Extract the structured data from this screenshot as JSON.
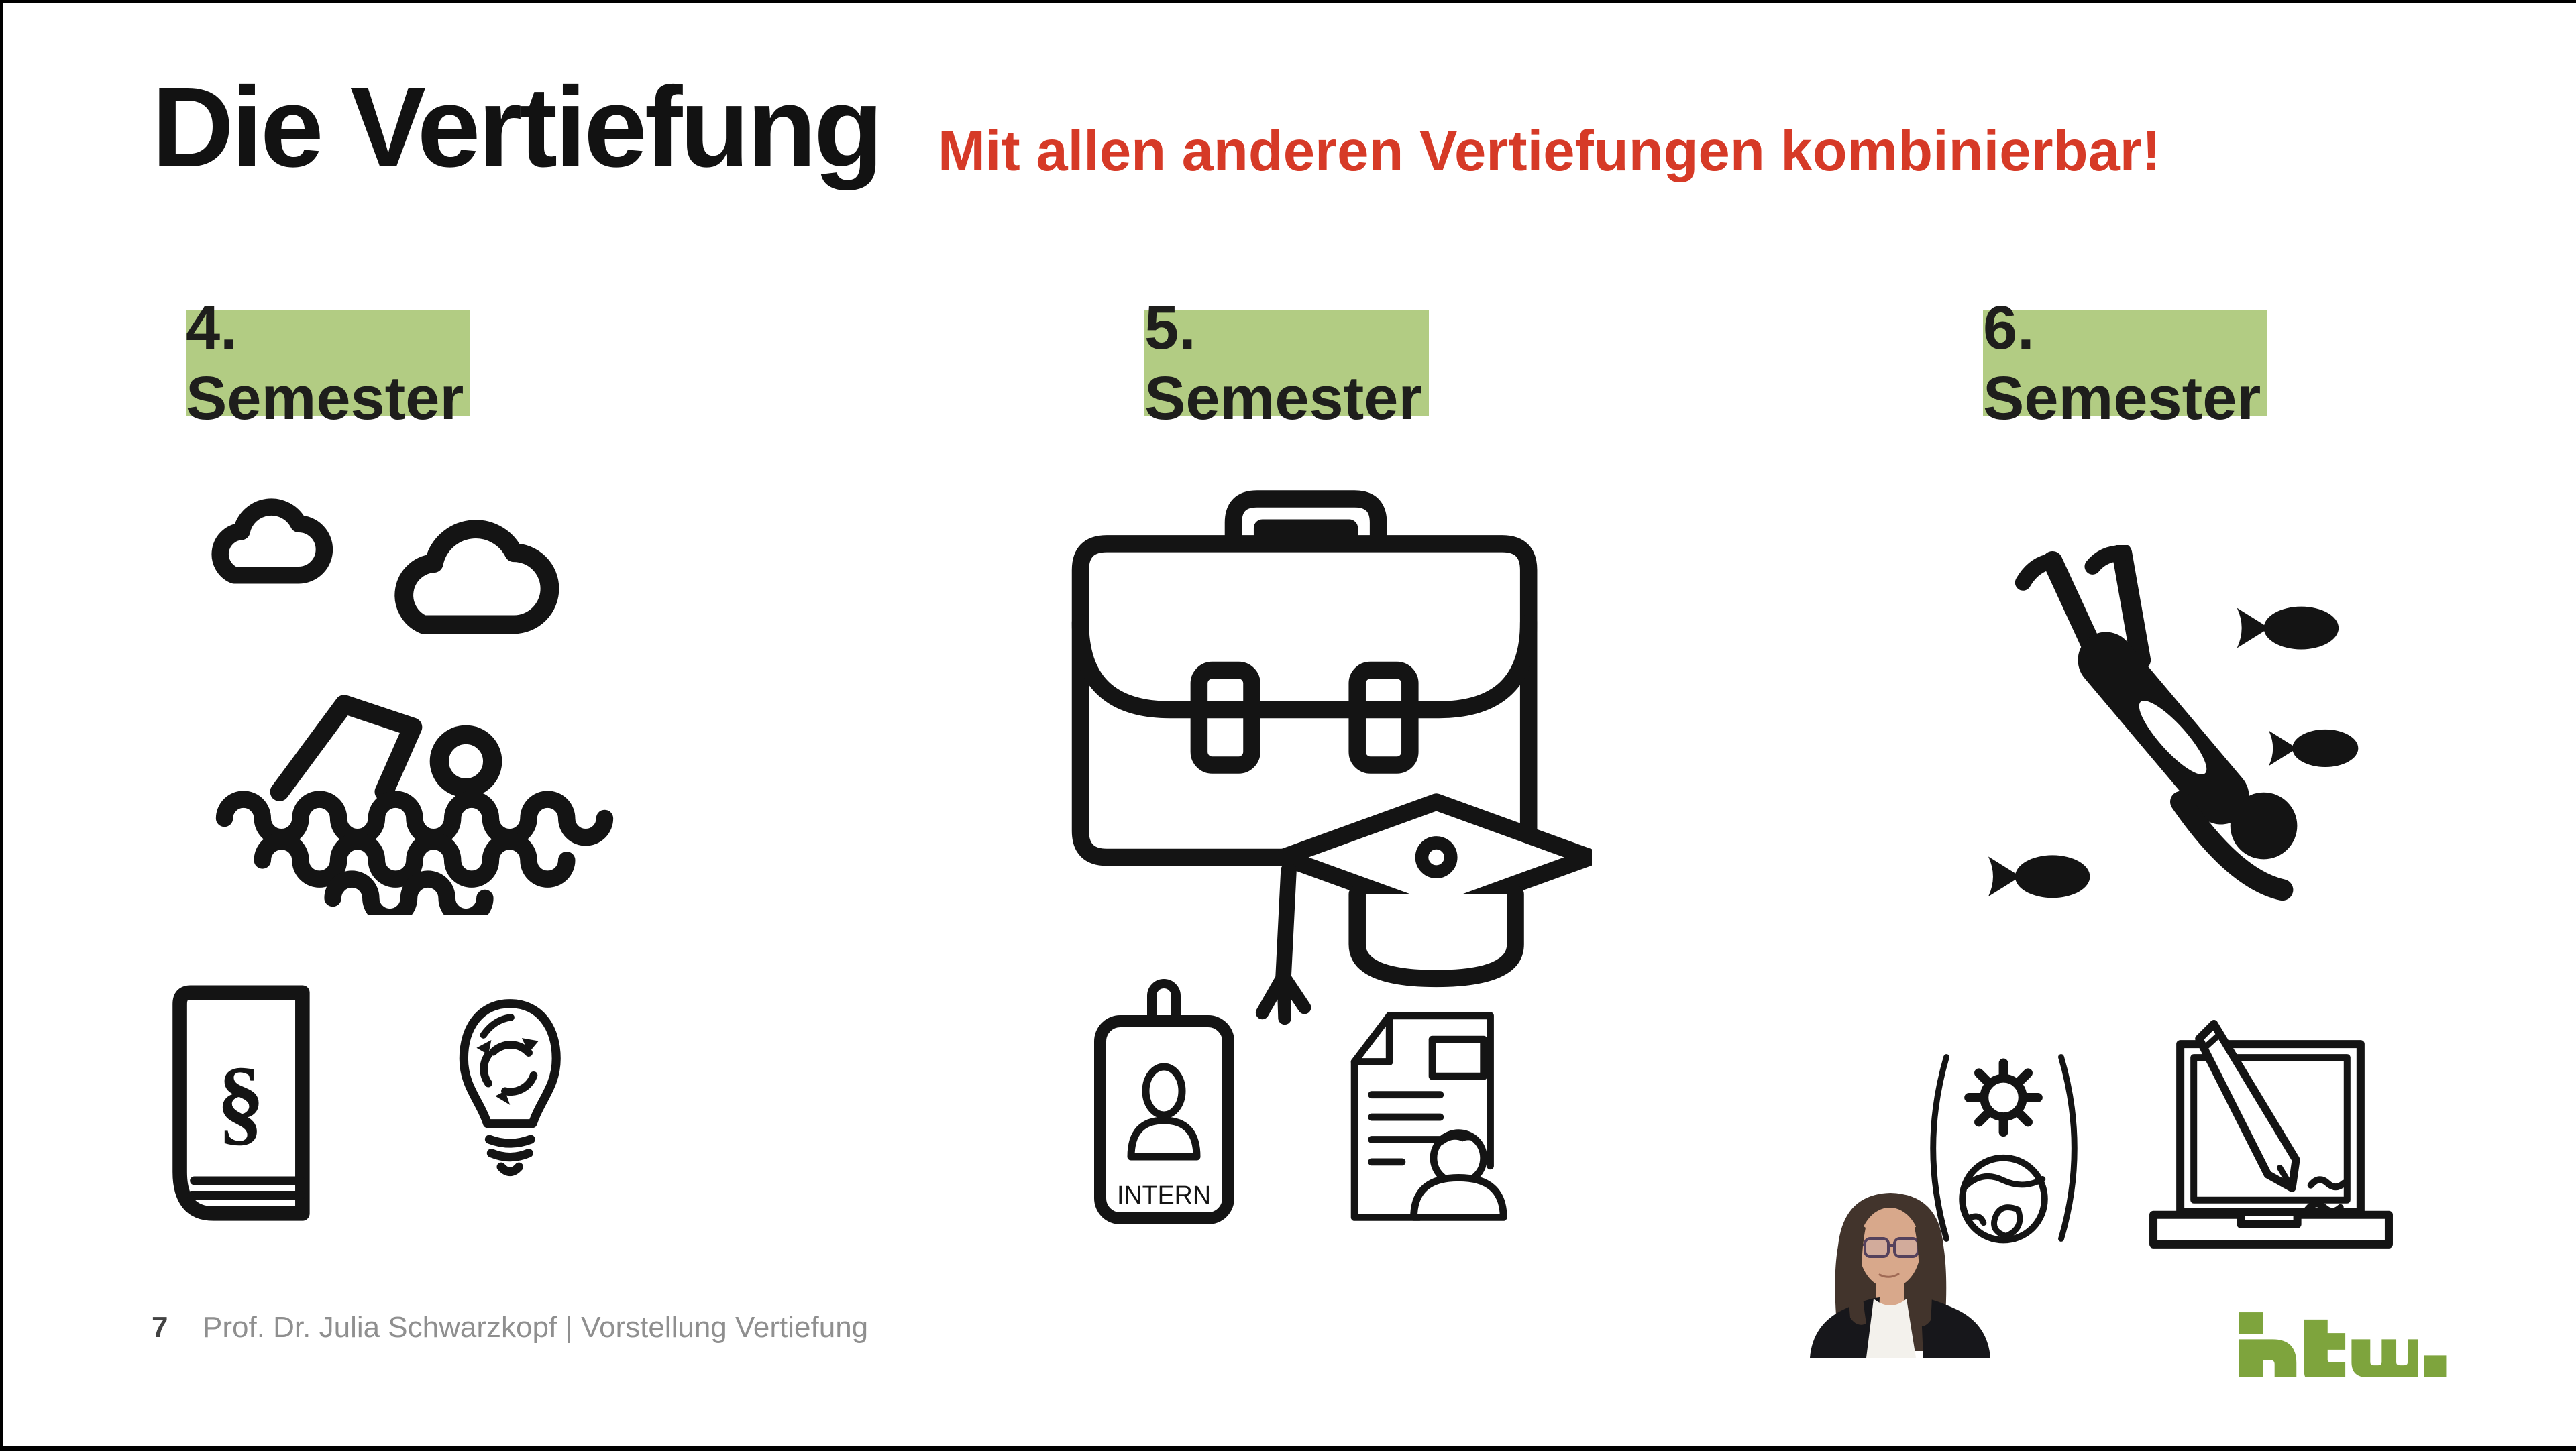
{
  "slide": {
    "title": "Die Vertiefung",
    "subtitle": "Mit allen anderen Vertiefungen kombinierbar!",
    "columns": [
      {
        "semester": "4. Semester",
        "icons": [
          "swimmer-open-water-icon",
          "law-book-icon",
          "recycle-lightbulb-icon"
        ]
      },
      {
        "semester": "5. Semester",
        "icons": [
          "briefcase-graduation-cap-icon",
          "intern-badge-icon",
          "cv-document-icon"
        ]
      },
      {
        "semester": "6. Semester",
        "icons": [
          "scuba-diver-fish-icon",
          "gear-globe-icon",
          "laptop-writing-icon"
        ]
      }
    ],
    "badge_text": "INTERN",
    "law_symbol": "§",
    "footer": {
      "page_number": "7",
      "credit": "Prof. Dr. Julia Schwarzkopf | Vorstellung Vertiefung"
    },
    "logo_text": "htw",
    "colors": {
      "semester_green": "#b2cc83",
      "alert_red": "#d63a27",
      "logo_green": "#7ea43d",
      "footer_gray": "#8f8f8f",
      "icon_black": "#141414"
    }
  }
}
